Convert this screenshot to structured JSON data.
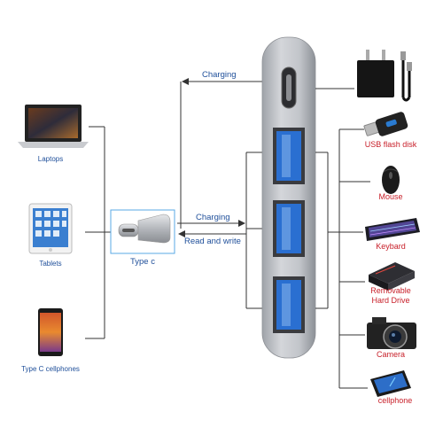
{
  "left_devices": {
    "laptops": "Laptops",
    "tablets": "Tablets",
    "cellphones": "Type C cellphones"
  },
  "center": {
    "connector": "Type c",
    "charging_top": "Charging",
    "charging_mid": "Charging",
    "read_write": "Read and write"
  },
  "right_devices": {
    "usb_flash": "USB flash disk",
    "mouse": "Mouse",
    "keyboard": "Keybard",
    "hard_drive_1": "Removable",
    "hard_drive_2": "Hard Drive",
    "camera": "Camera",
    "cellphone": "cellphone"
  },
  "colors": {
    "line": "#333333",
    "arrow_label": "#1f4f9a",
    "device_label": "#c8202a",
    "hub_body": "#b9bcc1",
    "usb_port": "#2a6fd1",
    "highlight_box": "#5aa9e6"
  }
}
